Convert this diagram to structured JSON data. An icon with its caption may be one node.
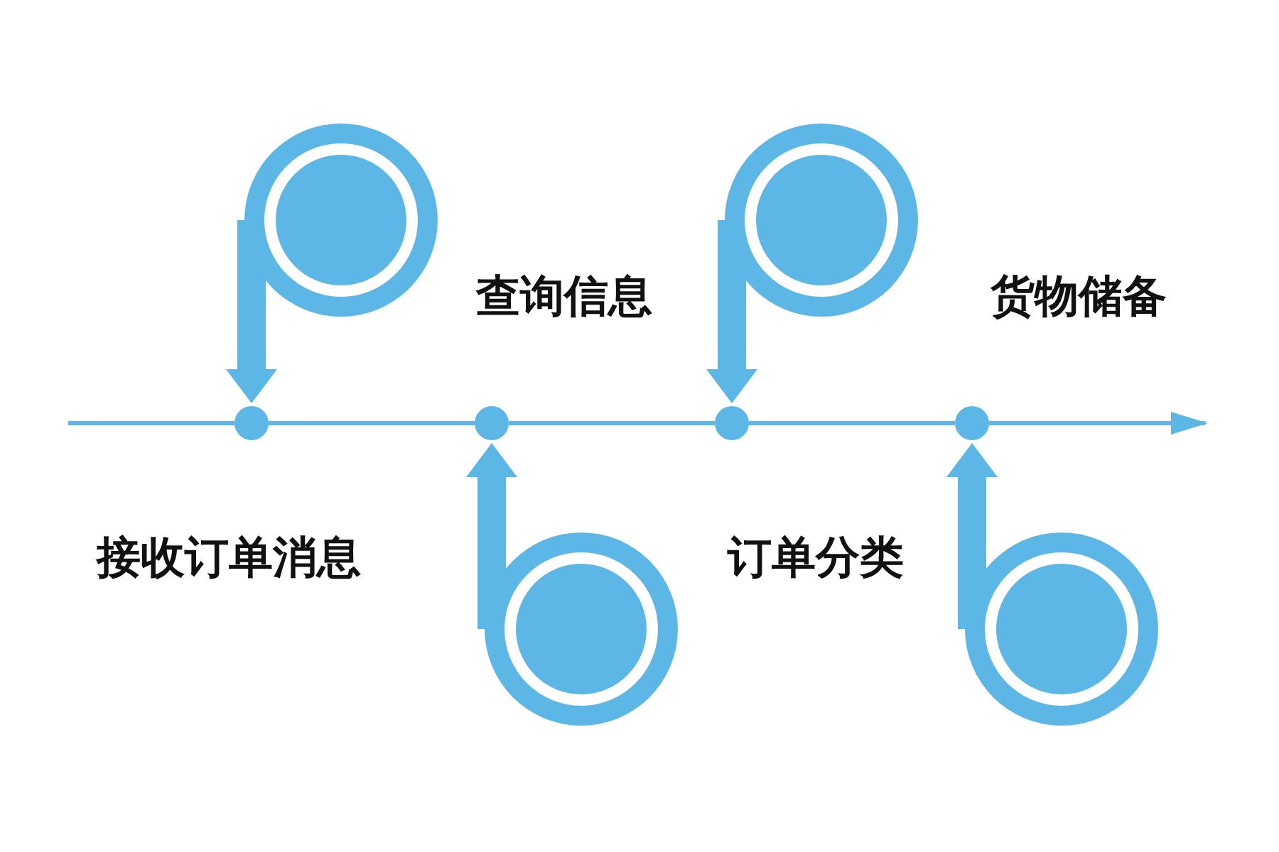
{
  "diagram": {
    "nodes": [
      {
        "text": [],
        "shape": "circle"
      },
      {
        "text": [],
        "shape": "circle"
      },
      {
        "text": [],
        "shape": "circle"
      },
      {
        "text": [],
        "shape": "circle"
      },
      {
        "text": [],
        "shape": "picture"
      },
      {
        "text": [],
        "shape": "picture"
      },
      {
        "text": [],
        "shape": "picture"
      },
      {
        "text": [],
        "shape": "picture"
      }
    ],
    "edges": [
      {
        "from": null,
        "to": 0,
        "arrow": "none"
      },
      {
        "from": 0,
        "to": 1,
        "arrow": "none"
      },
      {
        "from": 1,
        "to": 2,
        "arrow": "none"
      },
      {
        "from": 2,
        "to": 3,
        "arrow": "none"
      },
      {
        "from": 3,
        "to": null,
        "arrow": "to"
      },
      {
        "from": 4,
        "to": 0,
        "arrow": "to",
        "style": "thick"
      },
      {
        "from": 5,
        "to": 1,
        "arrow": "to",
        "style": "thick"
      },
      {
        "from": 6,
        "to": 2,
        "arrow": "to",
        "style": "thick"
      },
      {
        "from": 7,
        "to": 3,
        "arrow": "to",
        "style": "thick"
      }
    ],
    "labels": [
      "查询信息",
      "货物储备",
      "接收订单消息",
      "订单分类"
    ]
  }
}
